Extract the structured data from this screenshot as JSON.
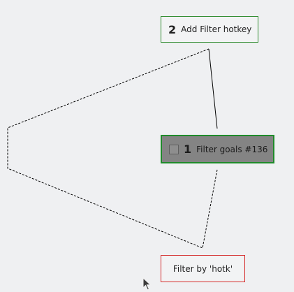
{
  "nodes": {
    "add_filter_hotkey": {
      "number": "2",
      "label": "Add Filter hotkey"
    },
    "filter_goals": {
      "number": "1",
      "label": "Filter goals #136",
      "checked": false
    },
    "filter_by": {
      "label": "Filter by 'hotk'"
    }
  },
  "colors": {
    "background": "#eff0f2",
    "green_border": "#2e8b2e",
    "selected_fill": "#848484",
    "red_border": "#d42a2a",
    "edge": "#000000"
  }
}
